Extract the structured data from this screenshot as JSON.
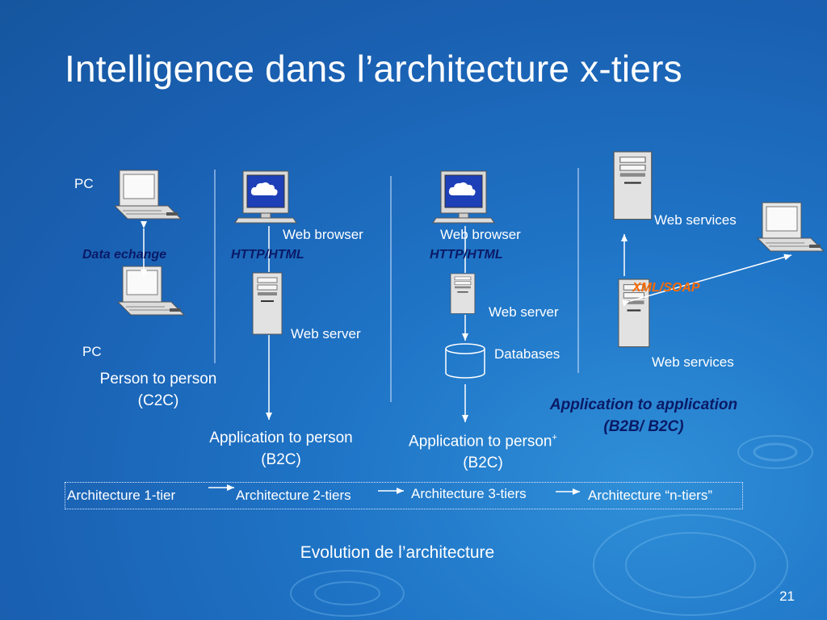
{
  "slide": {
    "title": "Intelligence dans l’architecture x-tiers",
    "caption": "Evolution de l’architecture",
    "page_number": "21"
  },
  "tier1": {
    "pc_top": "PC",
    "pc_bottom": "PC",
    "exchange": "Data echange",
    "title_line1": "Person to person",
    "title_line2": "(C2C)"
  },
  "tier2": {
    "browser": "Web browser",
    "protocol": "HTTP/HTML",
    "server": "Web server",
    "title_line1": "Application to person",
    "title_line2": "(B2C)"
  },
  "tier3": {
    "browser": "Web browser",
    "protocol": "HTTP/HTML",
    "server": "Web server",
    "database": "Databases",
    "title_line1": "Application to person",
    "title_line1_sup": "+",
    "title_line2": "(B2C)"
  },
  "tier4": {
    "services_top": "Web services",
    "protocol": "XML/SOAP",
    "services_bottom": "Web services",
    "title_line1": "Application to application",
    "title_line2": "(B2B/ B2C)"
  },
  "evolution": [
    "Architecture 1-tier",
    "Architecture 2-tiers",
    "Architecture 3-tiers",
    "Architecture “n-tiers”"
  ],
  "colors": {
    "background": "#1a60b2",
    "emphasis_text": "#0a1a66",
    "protocol_accent": "#ff6a00"
  },
  "icons": [
    "laptop-icon",
    "workstation-icon",
    "server-tower-icon",
    "database-cylinder-icon"
  ]
}
